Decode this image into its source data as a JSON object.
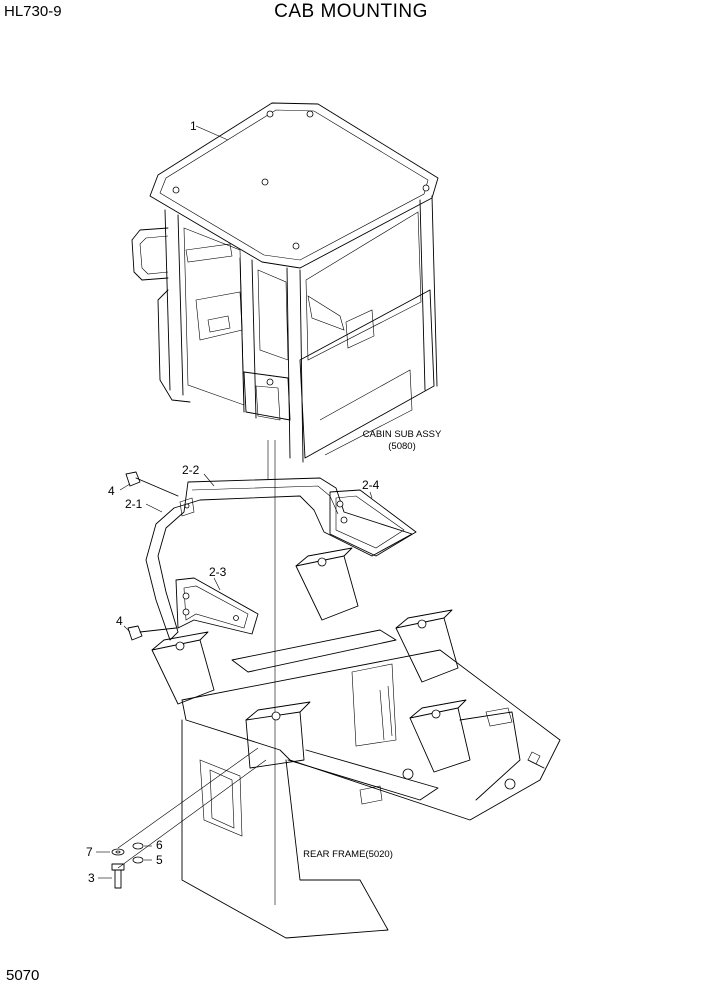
{
  "header": {
    "model": "HL730-9",
    "title": "CAB MOUNTING"
  },
  "footer": {
    "page_number": "5070"
  },
  "callouts": [
    {
      "id": "c1",
      "text": "1"
    },
    {
      "id": "c22",
      "text": "2-2"
    },
    {
      "id": "c24",
      "text": "2-4"
    },
    {
      "id": "c4a",
      "text": "4"
    },
    {
      "id": "c21",
      "text": "2-1"
    },
    {
      "id": "c23",
      "text": "2-3"
    },
    {
      "id": "c4b",
      "text": "4"
    },
    {
      "id": "c7",
      "text": "7"
    },
    {
      "id": "c6",
      "text": "6"
    },
    {
      "id": "c5",
      "text": "5"
    },
    {
      "id": "c3",
      "text": "3"
    }
  ],
  "notes": {
    "cabin_line1": "CABIN SUB ASSY",
    "cabin_line2": "(5080)",
    "rear_frame": "REAR FRAME(5020)"
  }
}
